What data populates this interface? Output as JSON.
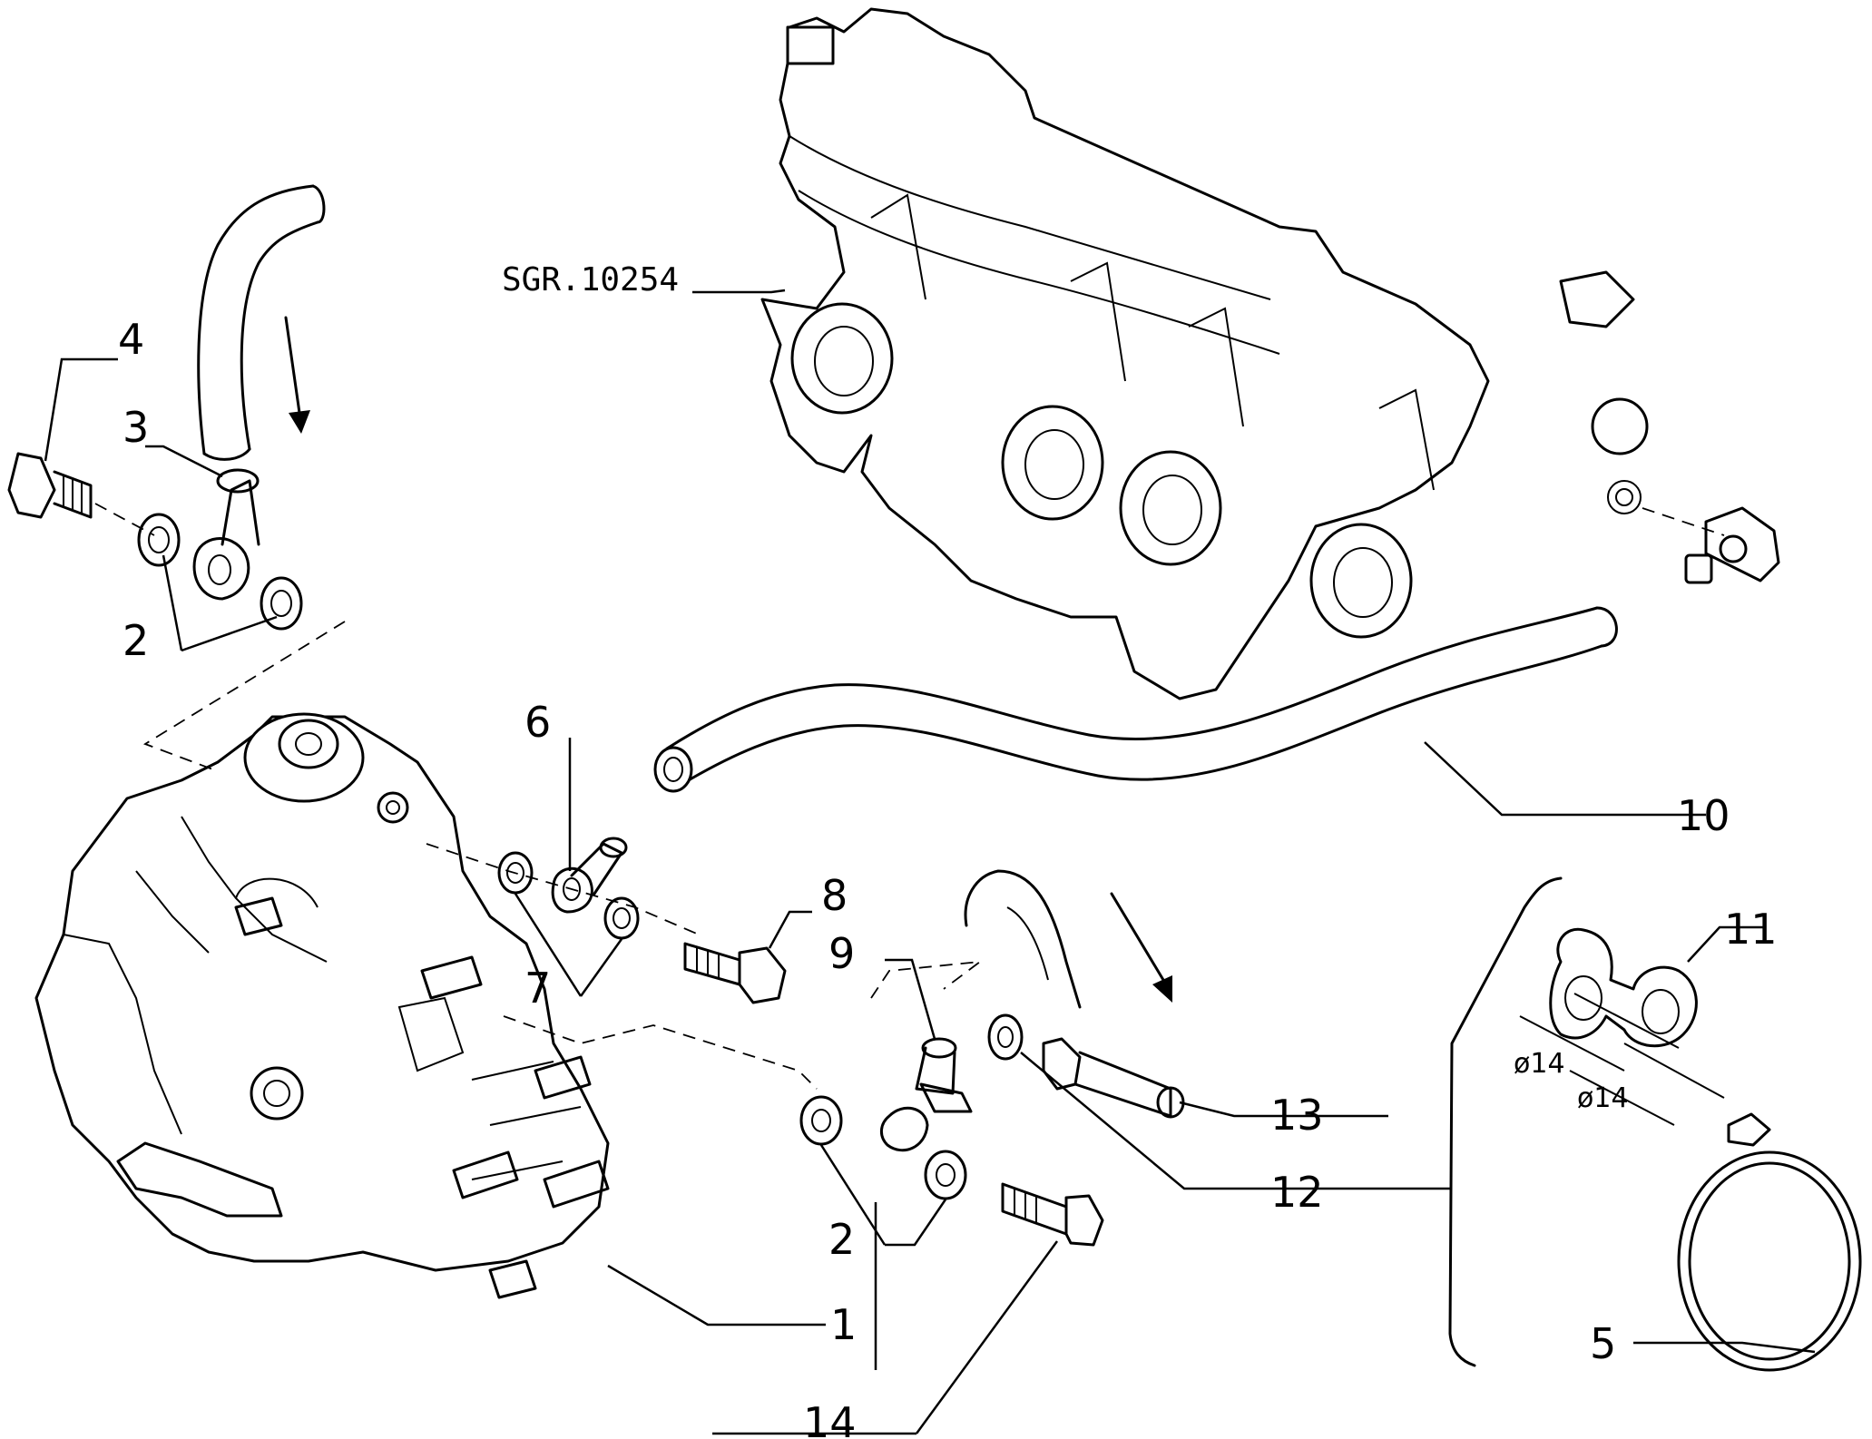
{
  "drawing_ref": "SGR.10254",
  "callouts": {
    "c1": "1",
    "c2a": "2",
    "c2b": "2",
    "c3": "3",
    "c4": "4",
    "c5": "5",
    "c6": "6",
    "c7": "7",
    "c8": "8",
    "c9": "9",
    "c10": "10",
    "c11": "11",
    "c12": "12",
    "c13": "13",
    "c14": "14"
  },
  "dimensions": {
    "d1": "ø14",
    "d2": "ø14"
  }
}
